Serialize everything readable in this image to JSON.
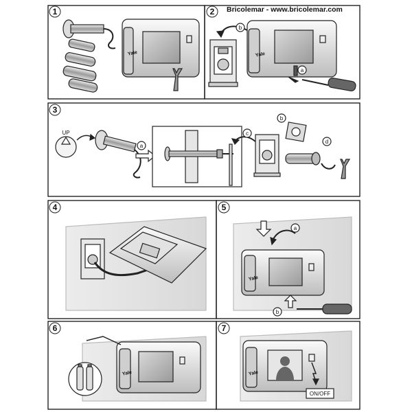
{
  "header": {
    "site": "Bricolemar - www.bricolemar.com"
  },
  "brand": "Yale",
  "steps": [
    {
      "number": "1"
    },
    {
      "number": "2",
      "callouts": [
        "b",
        "a"
      ]
    },
    {
      "number": "3",
      "callouts": [
        "a",
        "b",
        "c",
        "d"
      ],
      "up_label": "UP"
    },
    {
      "number": "4"
    },
    {
      "number": "5",
      "callouts": [
        "a",
        "b"
      ]
    },
    {
      "number": "6"
    },
    {
      "number": "7",
      "switch_label": "ON/OFF"
    }
  ]
}
